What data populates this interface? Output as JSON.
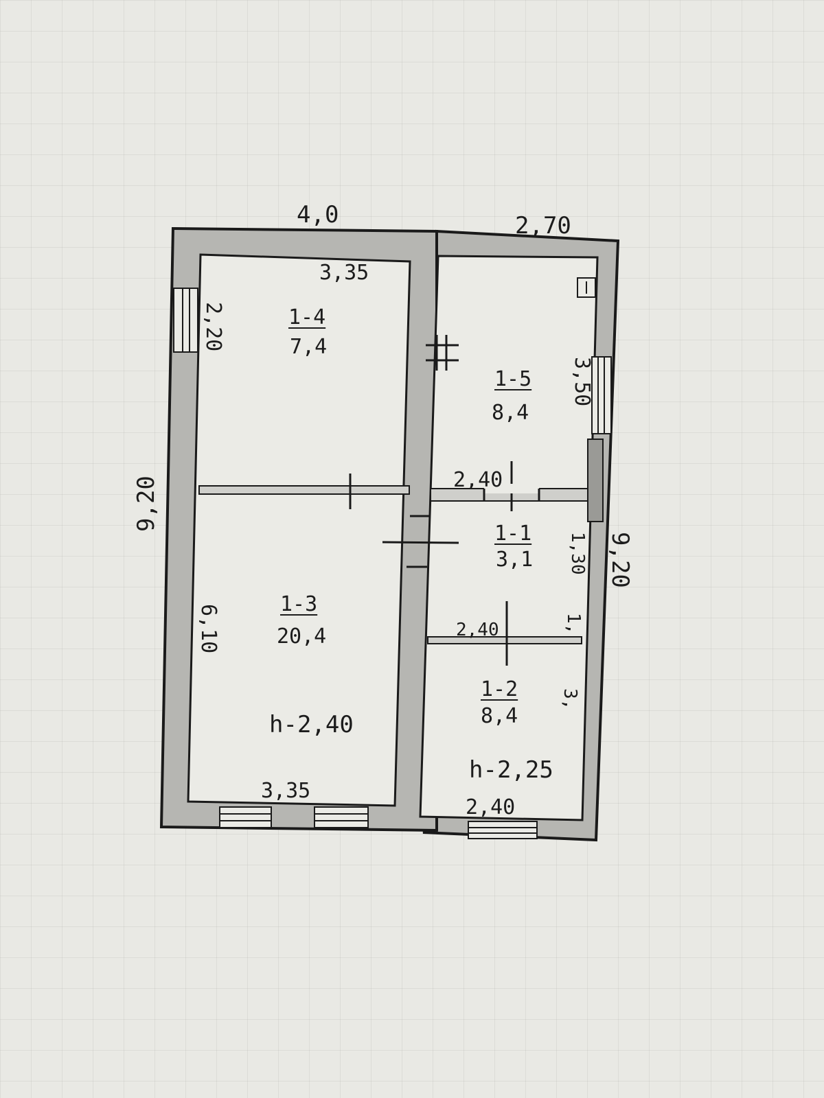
{
  "overall": {
    "width_left": "4,0",
    "width_right": "2,70",
    "length_left": "9,20",
    "length_right": "9,20"
  },
  "rooms": [
    {
      "code": "1-4",
      "area": "7,4",
      "width": "3,35",
      "length": "2,20"
    },
    {
      "code": "1-5",
      "area": "8,4",
      "length": "3,50"
    },
    {
      "code": "1-1",
      "area": "3,1",
      "width": "2,40",
      "length": "1,30"
    },
    {
      "code": "1-3",
      "area": "20,4",
      "width": "3,35",
      "length": "6,10",
      "height": "h-2,40"
    },
    {
      "code": "1-2",
      "area": "8,4",
      "width": "2,40",
      "width_bottom": "2,40",
      "length": "3,",
      "height": "h-2,25"
    }
  ],
  "partial_marks": {
    "right_corridor": "1,"
  }
}
